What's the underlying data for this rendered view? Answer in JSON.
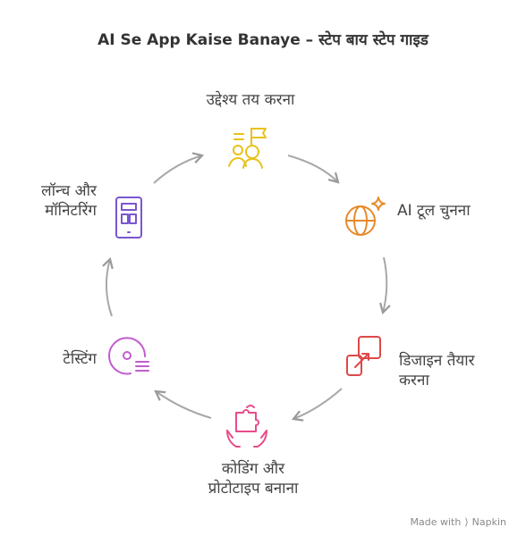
{
  "title": "AI Se App Kaise Banaye – स्टेप बाय स्टेप गाइड",
  "steps": [
    {
      "label_lines": [
        "उद्देश्य तय करना"
      ],
      "icon": "team-goal-flag-icon",
      "color": "#e8c21a"
    },
    {
      "label_lines": [
        "AI टूल चुनना"
      ],
      "icon": "globe-sparkle-icon",
      "color": "#e88a2a"
    },
    {
      "label_lines": [
        "डिजाइन तैयार",
        "करना"
      ],
      "icon": "design-resize-icon",
      "color": "#e04848"
    },
    {
      "label_lines": [
        "कोडिंग और",
        "प्रोटोटाइप बनाना"
      ],
      "icon": "puzzle-hands-icon",
      "color": "#e84c8a"
    },
    {
      "label_lines": [
        "टेस्टिंग"
      ],
      "icon": "testing-disc-icon",
      "color": "#c25ccf"
    },
    {
      "label_lines": [
        "लॉन्च और",
        "मॉनिटरिंग"
      ],
      "icon": "mobile-app-icon",
      "color": "#7a56d0"
    }
  ],
  "watermark": {
    "text": "Made with",
    "brand": "Napkin"
  }
}
